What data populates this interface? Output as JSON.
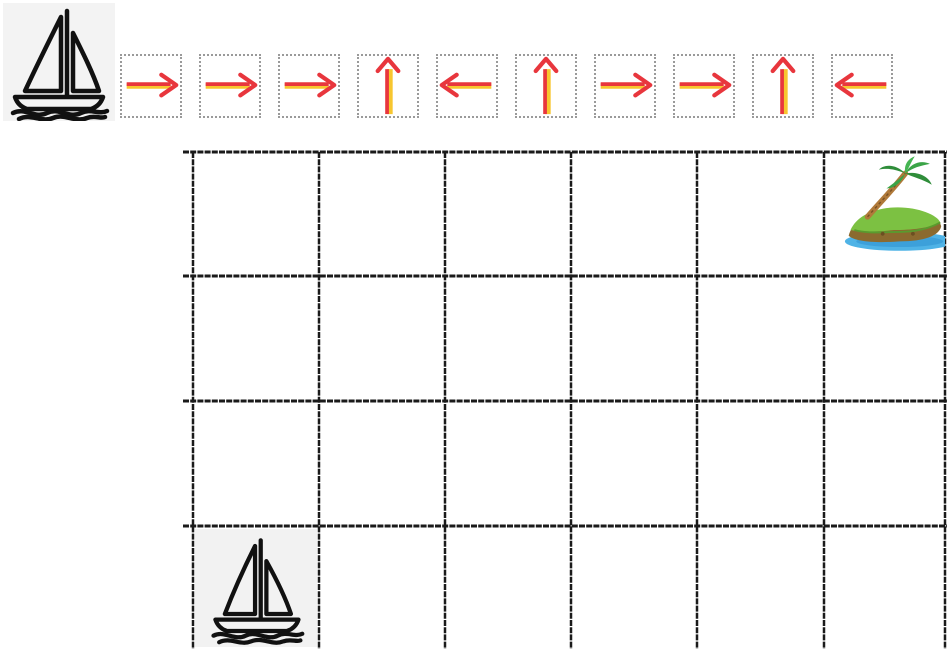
{
  "header": {
    "boat_icon": "sailboat-icon"
  },
  "program": {
    "commands": [
      "right",
      "right",
      "right",
      "up",
      "left",
      "up",
      "right",
      "right",
      "up",
      "left"
    ],
    "arrow_color": "#e8363d",
    "arrow_highlight_color": "#f7c62f"
  },
  "board": {
    "columns": 6,
    "rows": 4,
    "start": {
      "row": 4,
      "col": 1,
      "icon": "sailboat-icon"
    },
    "goal": {
      "row": 1,
      "col": 6,
      "icon": "palm-island-icon"
    },
    "line_color": "#1a1a1a"
  }
}
